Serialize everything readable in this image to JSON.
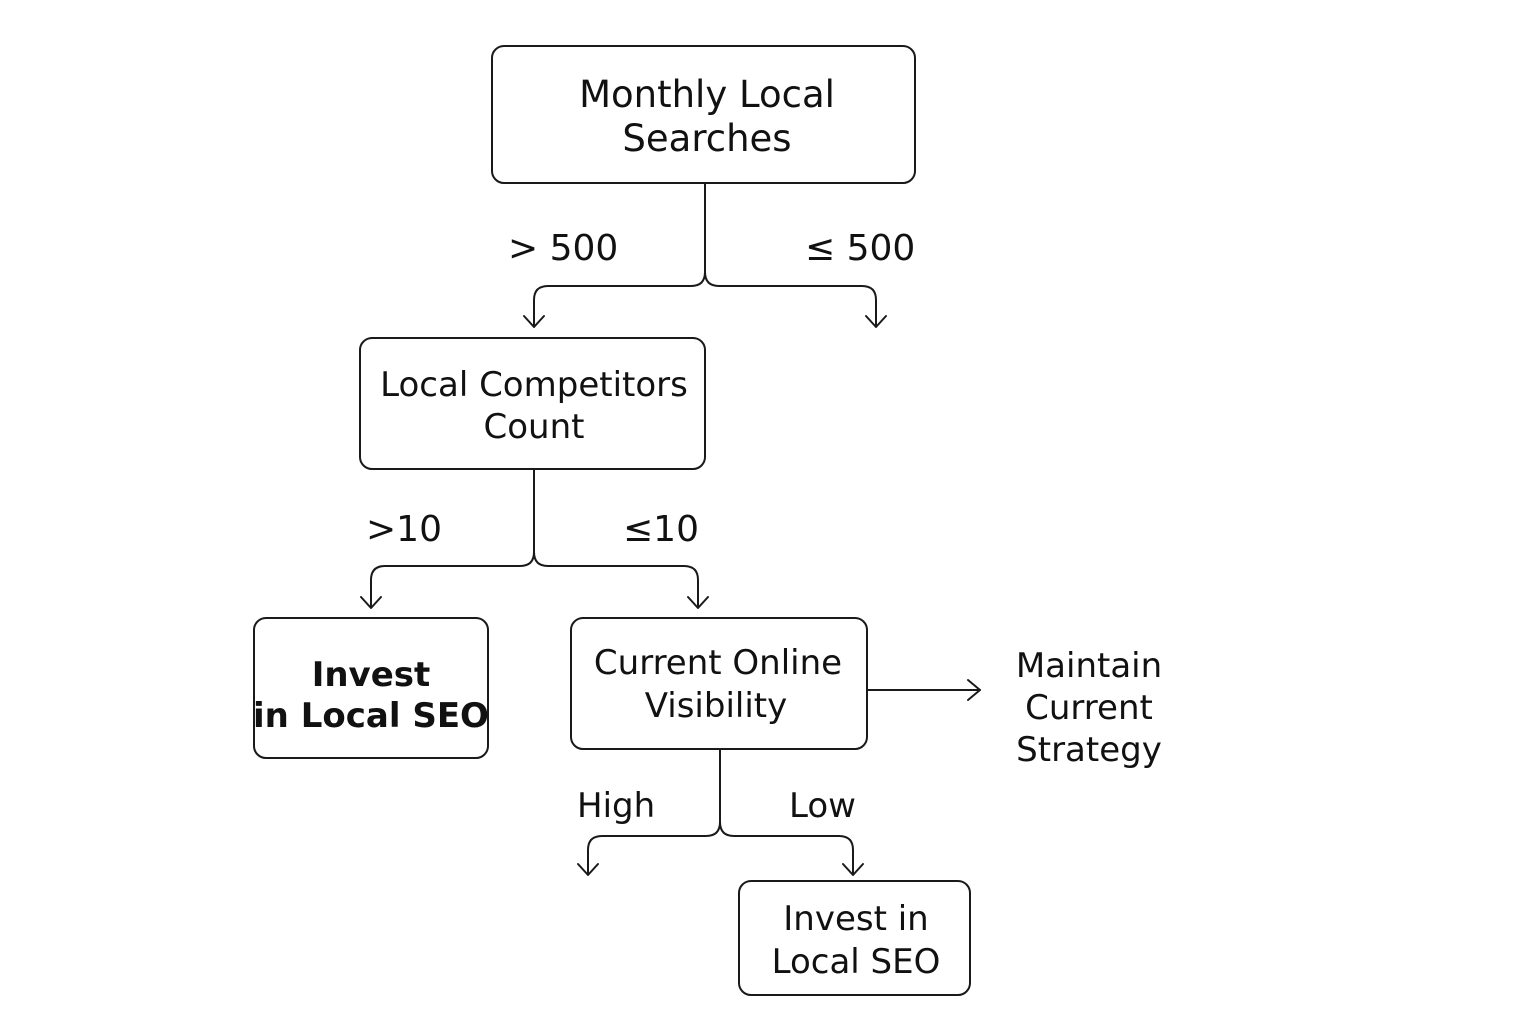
{
  "nodes": {
    "monthly_searches": {
      "lines": [
        "Monthly Local",
        "Searches"
      ]
    },
    "competitors_count": {
      "lines": [
        "Local Competitors",
        "Count"
      ]
    },
    "invest_seo_left": {
      "lines": [
        "Invest",
        "in Local SEO"
      ]
    },
    "online_visibility": {
      "lines": [
        "Current Online",
        "Visibility"
      ]
    },
    "maintain_strategy": {
      "lines": [
        "Maintain",
        "Current",
        "Strategy"
      ]
    },
    "invest_seo_bottom": {
      "lines": [
        "Invest in",
        "Local SEO"
      ]
    }
  },
  "edges": {
    "searches_gt": "> 500",
    "searches_le": "≤ 500",
    "competitors_gt": ">10",
    "competitors_le": "≤10",
    "visibility_high": "High",
    "visibility_low": "Low"
  }
}
